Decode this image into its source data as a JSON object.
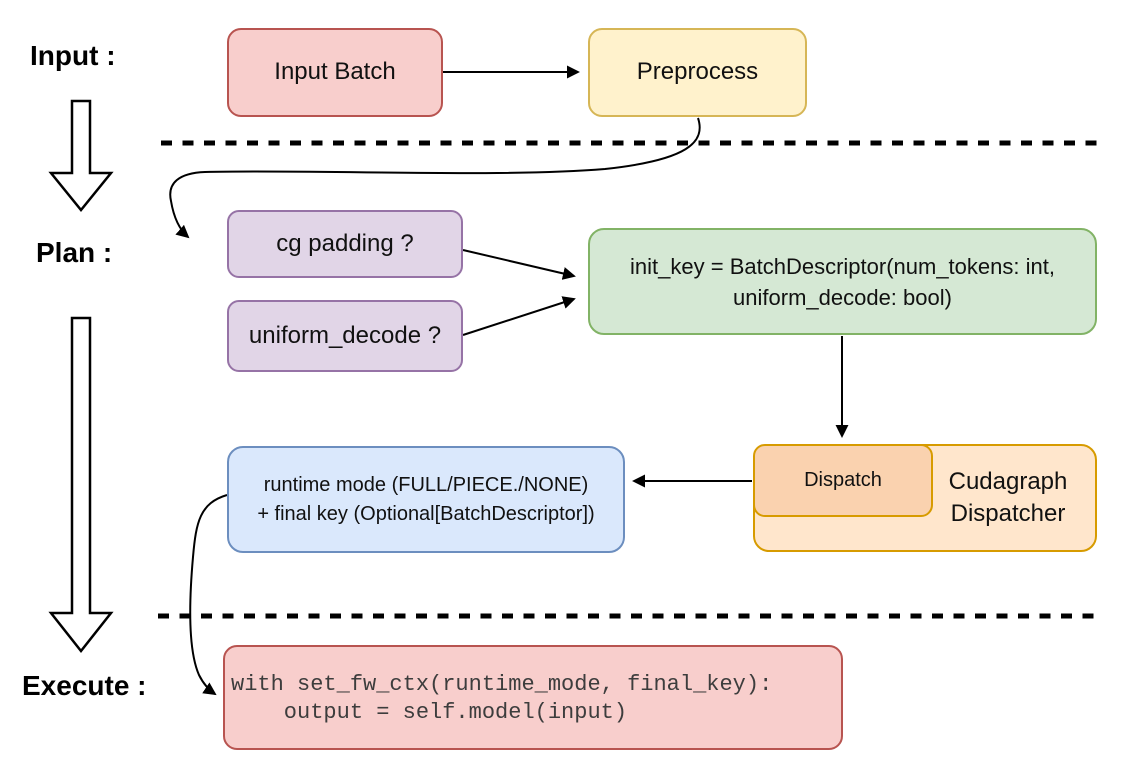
{
  "diagram": {
    "stage_labels": {
      "input": "Input :",
      "plan": "Plan :",
      "execute": "Execute :"
    },
    "nodes": {
      "input_batch": {
        "label": "Input Batch"
      },
      "preprocess": {
        "label": "Preprocess"
      },
      "cg_padding": {
        "label": "cg padding ?"
      },
      "uniform_decode": {
        "label": "uniform_decode ?"
      },
      "init_key": {
        "line1": "init_key = BatchDescriptor(num_tokens: int,",
        "line2": "uniform_decode: bool)"
      },
      "runtime_mode": {
        "line1": "runtime mode (FULL/PIECE./NONE)",
        "line2": "+ final key (Optional[BatchDescriptor])"
      },
      "dispatch": {
        "label": "Dispatch"
      },
      "cudagraph_dispatcher": {
        "line1": "Cudagraph",
        "line2": "Dispatcher"
      },
      "execute_code": {
        "line1": "with set_fw_ctx(runtime_mode, final_key):",
        "line2": "    output = self.model(input)"
      }
    }
  },
  "colors": {
    "red_fill": "#f8cecc",
    "red_stroke": "#b85450",
    "yellow_fill": "#fff2cc",
    "yellow_stroke": "#d6b656",
    "purple_fill": "#e1d5e7",
    "purple_stroke": "#9673a6",
    "green_fill": "#d5e8d4",
    "green_stroke": "#82b366",
    "blue_fill": "#dae8fc",
    "blue_stroke": "#6c8ebf",
    "orange_fill": "#ffe6cc",
    "orange_stroke": "#d79b00",
    "dispatch_fill": "#fad2af",
    "connector": "#000000"
  }
}
